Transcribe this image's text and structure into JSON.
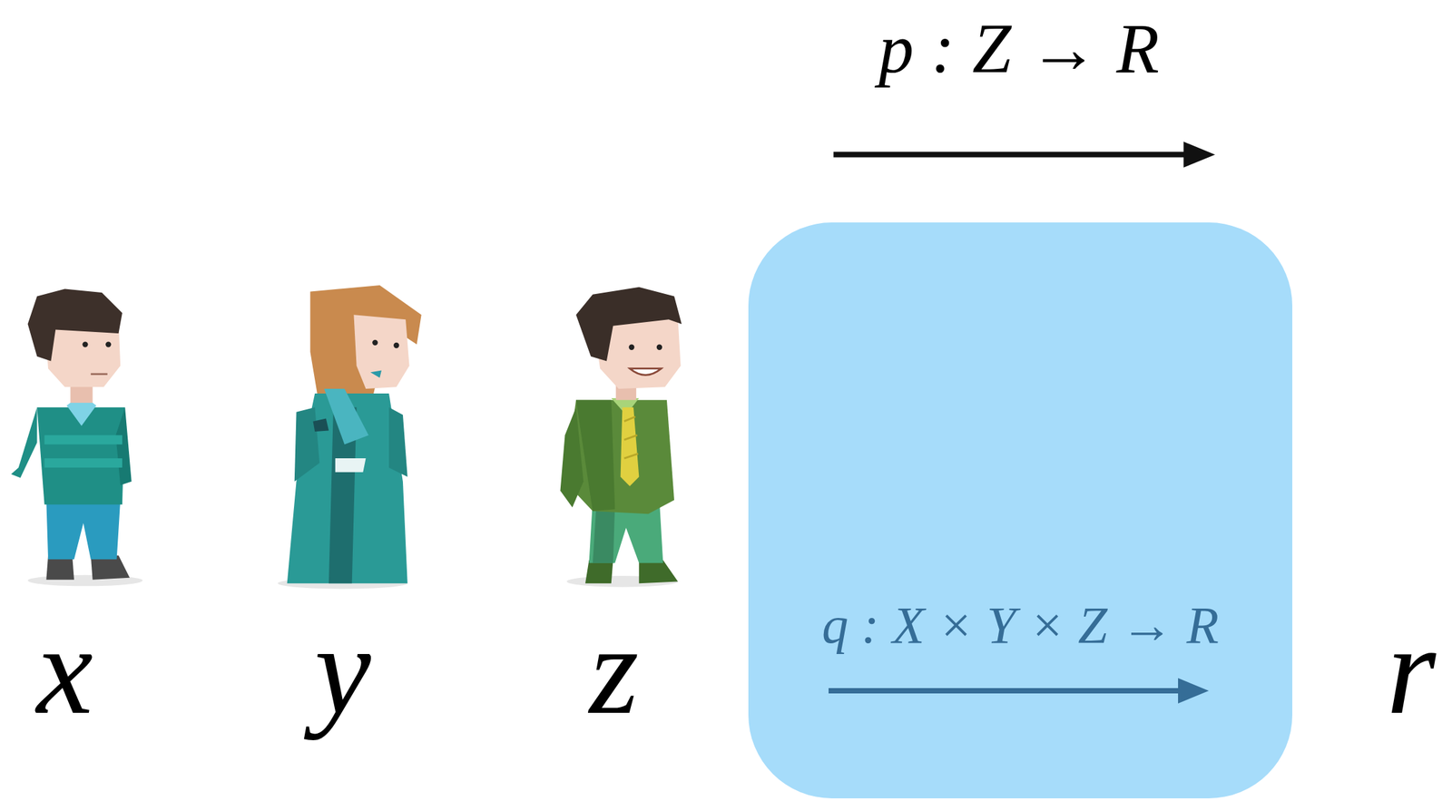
{
  "diagram": {
    "nodes": [
      {
        "text": [
          "q : X × Y × Z → R"
        ]
      }
    ],
    "labels": [
      "p : Z → R",
      "x",
      "y",
      "z",
      "r"
    ]
  }
}
